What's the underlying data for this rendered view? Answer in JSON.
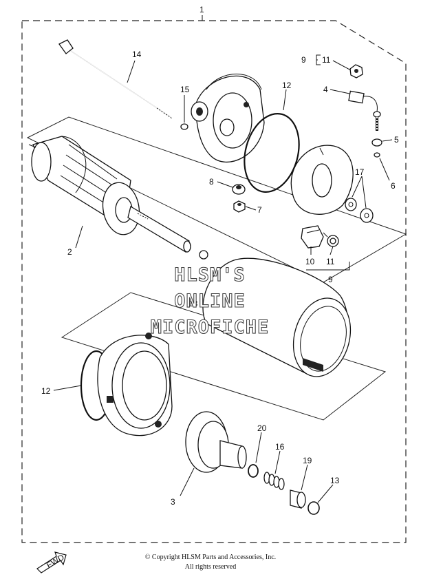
{
  "callouts": {
    "c1": "1",
    "c2": "2",
    "c3": "3",
    "c4": "4",
    "c5": "5",
    "c6": "6",
    "c7": "7",
    "c8": "8",
    "c9_top": "9",
    "c11_top": "11",
    "c9_bottom": "9",
    "c10": "10",
    "c11_bottom": "11",
    "c12_top": "12",
    "c12_left": "12",
    "c13": "13",
    "c14": "14",
    "c15": "15",
    "c16": "16",
    "c17": "17",
    "c18": "18",
    "c19": "19",
    "c20": "20"
  },
  "watermark": {
    "line1": "HLSM'S",
    "line2": "ONLINE",
    "line3": "MICROFICHE"
  },
  "fwd_label": "FWD",
  "footer": {
    "copyright": "© Copyright HLSM Parts and Accessories, Inc.",
    "rights": "All rights reserved"
  }
}
